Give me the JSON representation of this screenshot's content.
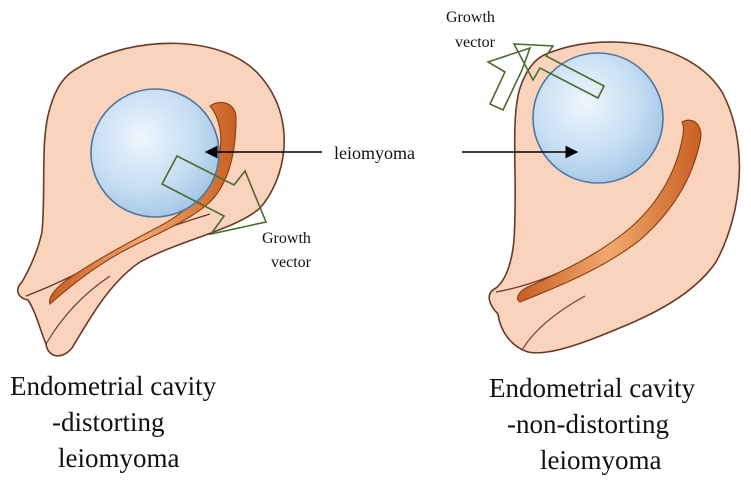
{
  "center_label": "leiomyoma",
  "left": {
    "growth_label_line1": "Growth",
    "growth_label_line2": "vector",
    "caption_line1": "Endometrial cavity",
    "caption_line2": "-distorting",
    "caption_line3": "leiomyoma"
  },
  "right": {
    "growth_label_line1": "Growth",
    "growth_label_line2": "vector",
    "caption_line1": "Endometrial cavity",
    "caption_line2": "-non-distorting",
    "caption_line3": "leiomyoma"
  },
  "colors": {
    "uterus_fill": "#f9d3bc",
    "uterus_stroke": "#6b3a27",
    "cavity_fill": "#d8732e",
    "cavity_highlight": "#f1a86e",
    "fibroid_center": "#eef6fd",
    "fibroid_edge": "#9cc2e4",
    "fibroid_stroke": "#4f77a3",
    "vector_stroke": "#4c6b2f",
    "arrow_color": "#000000"
  },
  "icons": {
    "pointer": "arrow-icon",
    "growth": "growth-vector-arrow-icon",
    "fibroid": "leiomyoma-sphere-icon"
  }
}
